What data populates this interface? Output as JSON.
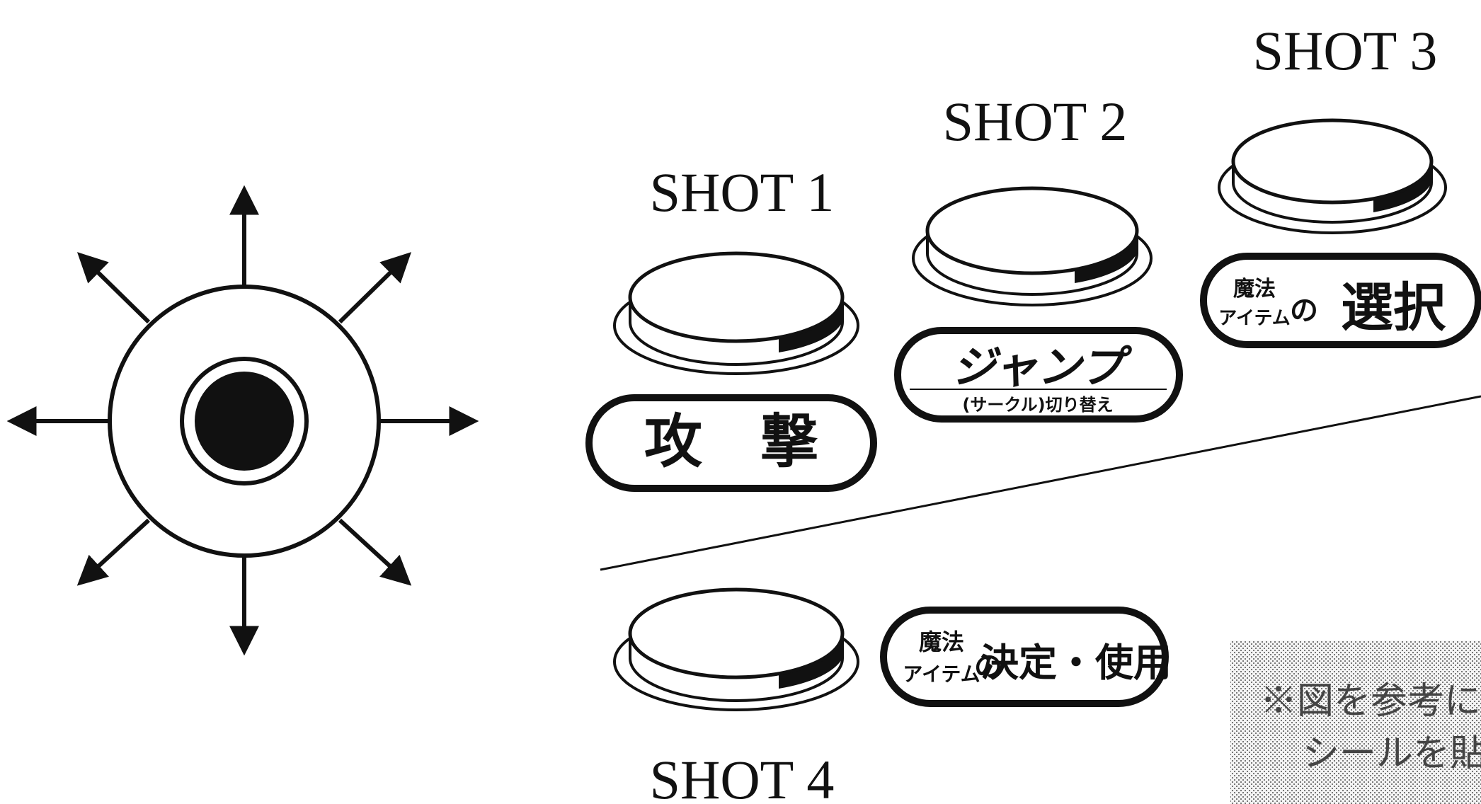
{
  "shots": {
    "shot1": {
      "name": "SHOT 1",
      "label": "攻　撃"
    },
    "shot2": {
      "name": "SHOT 2",
      "label": "ジャンプ",
      "sublabel": "(サークル)切り替え"
    },
    "shot3": {
      "name": "SHOT 3",
      "label_prefix": "魔法",
      "label_prefix2": "アイテム",
      "label_mid": "の",
      "label_main": "選択"
    },
    "shot4": {
      "name": "SHOT 4",
      "label_prefix": "魔法",
      "label_prefix2": "アイテム",
      "label_mid": "の",
      "label_main": "決定・使用"
    }
  },
  "note": {
    "line1": "※図を参考に",
    "line2": "シールを貼"
  },
  "joystick": {
    "directions": [
      "up",
      "up-right",
      "right",
      "down-right",
      "down",
      "down-left",
      "left",
      "up-left"
    ]
  }
}
